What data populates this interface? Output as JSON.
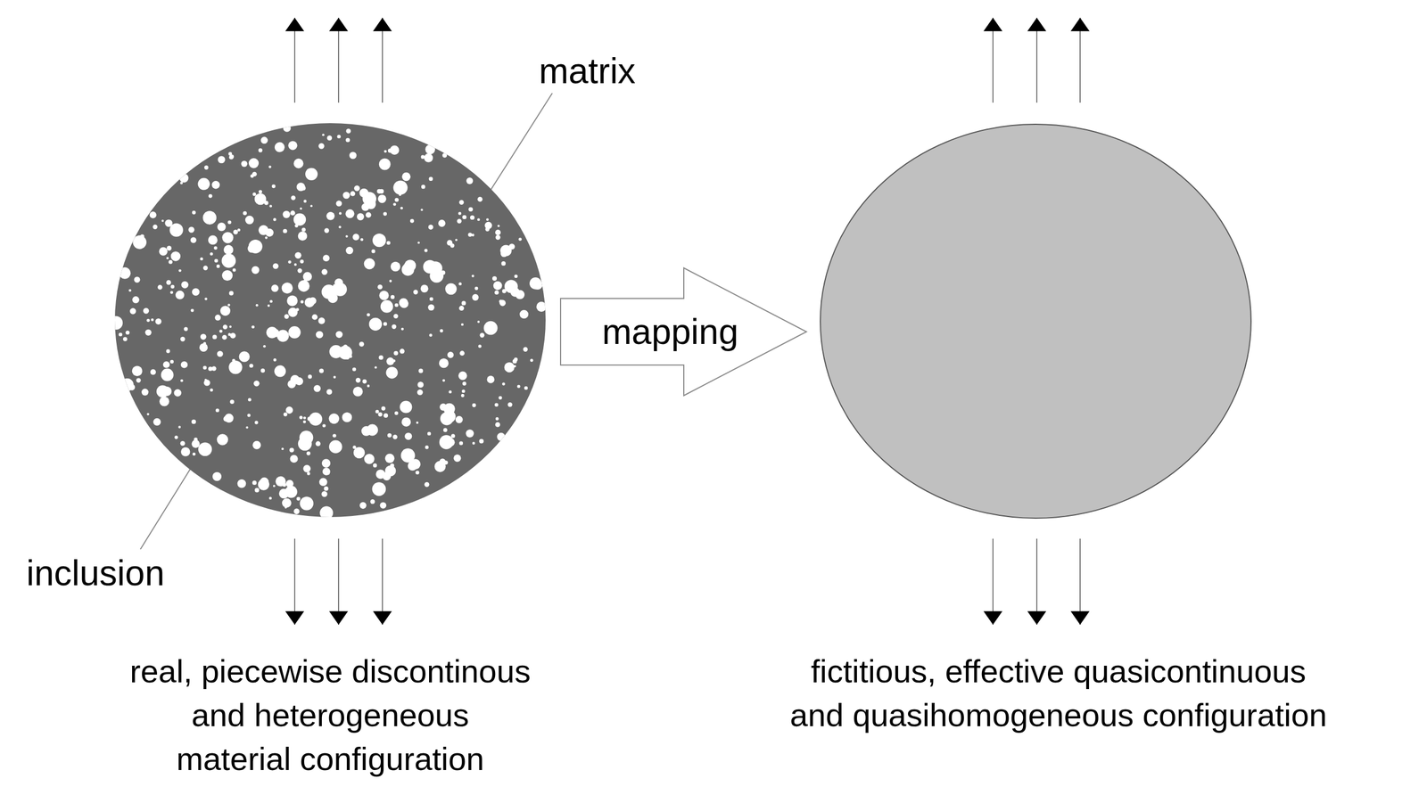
{
  "diagram": {
    "nodes": [
      {
        "text": [
          "real, piecewise discontinous and heterogeneous material configuration"
        ]
      },
      {
        "text": [
          "fictitious, effective quasicontinuous and quasihomogeneous configuration"
        ]
      }
    ],
    "edges": [
      {
        "from": 0,
        "to": 1,
        "label": "mapping",
        "arrow": "to"
      }
    ],
    "labels": [
      "matrix",
      "inclusion"
    ]
  }
}
